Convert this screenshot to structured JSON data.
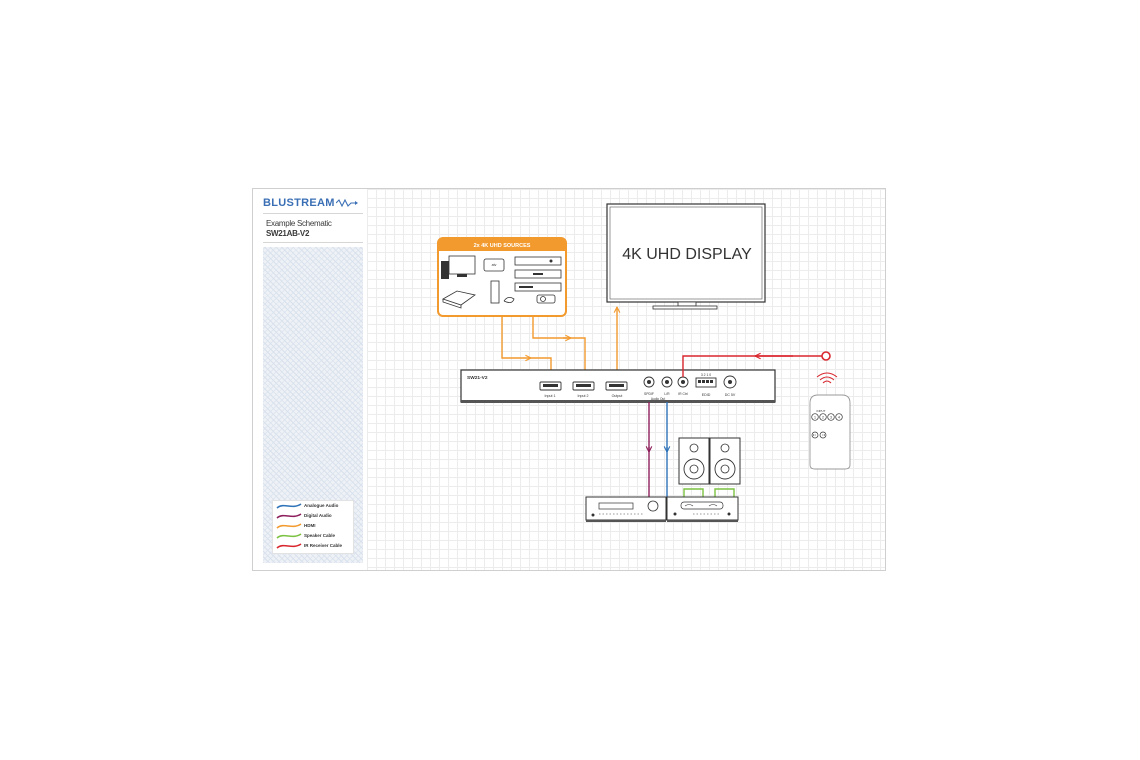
{
  "brand": {
    "name": "BLUSTREAM",
    "color": "#3a6fb5"
  },
  "schematic": {
    "title": "Example Schematic",
    "model": "SW21AB-V2"
  },
  "sources": {
    "title": "2x 4K UHD SOURCES",
    "device_label": "atv"
  },
  "display": {
    "label": "4K UHD DISPLAY"
  },
  "switcher": {
    "name": "SW21-V2",
    "ports": {
      "input1": "Input 1",
      "input2": "Input 2",
      "output": "Output",
      "spdif": "SPDIF",
      "lr": "L/R",
      "ir": "IR Ctrl",
      "audio_out": "Audio Out",
      "edid": "EDID",
      "edid_pins": "3 2 1 0",
      "dc": "DC 5V"
    }
  },
  "remote": {
    "buttons": [
      "1",
      "2",
      "3",
      "4"
    ],
    "top_label": "INPUT"
  },
  "legend": [
    {
      "label": "Analogue Audio",
      "color": "#2f73b8"
    },
    {
      "label": "Digital Audio",
      "color": "#8e1f5c"
    },
    {
      "label": "HDMI",
      "color": "#f29a2e"
    },
    {
      "label": "Speaker Cable",
      "color": "#7cc242"
    },
    {
      "label": "IR Receiver Cable",
      "color": "#d9272e"
    }
  ],
  "colors": {
    "hdmi": "#f29a2e",
    "digital_audio": "#8e1f5c",
    "analogue_audio": "#2f73b8",
    "speaker": "#7cc242",
    "ir": "#d9272e",
    "device_stroke": "#333333"
  }
}
